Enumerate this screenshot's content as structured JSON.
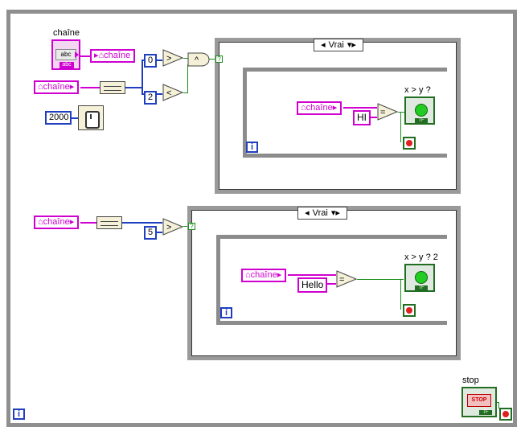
{
  "top_structure": {
    "chaine_control_label": "chaîne",
    "chaine_local_1": "chaîne",
    "chaine_local_2": "chaîne",
    "const_0": "0",
    "const_2": "2",
    "const_2000": "2000",
    "case_selector": "Vrai",
    "inner_chaine_local": "chaîne",
    "const_hi": "HI",
    "indicator_label": "x > y ?",
    "iteration_label": "i"
  },
  "bottom_structure": {
    "chaine_local": "chaîne",
    "const_5": "5",
    "case_selector": "Vrai",
    "inner_chaine_local": "chaîne",
    "const_hello": "Hello",
    "indicator_label": "x > y ? 2",
    "iteration_label": "i"
  },
  "stop": {
    "label": "stop",
    "button_text": "STOP"
  },
  "main_loop": {
    "iteration_label": "i"
  },
  "icons": {
    "string_control": "string-control-icon",
    "local_variable": "house-icon",
    "length_function": "string-length-icon",
    "wait": "wait-ms-icon",
    "greater": "greater-than-icon",
    "less": "less-than-icon",
    "and": "and-icon",
    "equal": "equal-icon",
    "led": "led-indicator-icon",
    "stop_terminal": "stop-terminal-icon"
  },
  "colors": {
    "string_wire": "#d000d0",
    "numeric_wire": "#1f3fbf",
    "boolean_wire": "#1a8f1a",
    "structure_gray": "#8f8f8f"
  }
}
